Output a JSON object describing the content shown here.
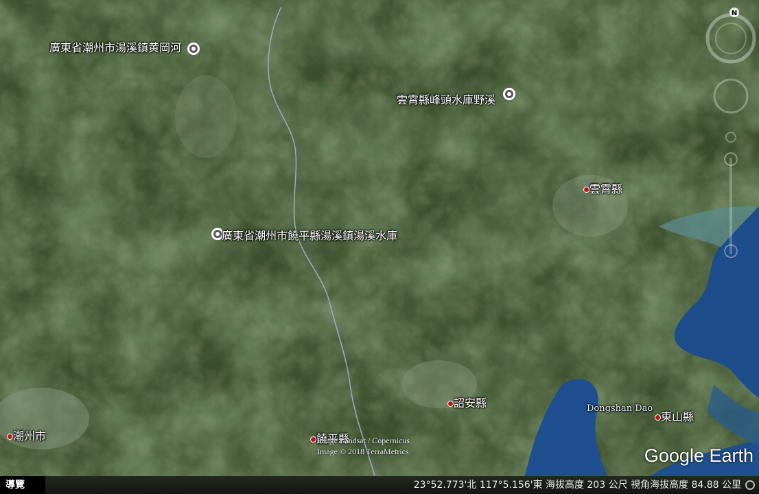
{
  "places": [
    {
      "key": "huang_gang_he",
      "text": "廣東省潮州市湯溪鎮黄岡河",
      "marker": "bullseye-icon"
    },
    {
      "key": "feng_tou",
      "text": "雲霄縣峰頭水庫野溪",
      "marker": "bullseye-icon"
    },
    {
      "key": "tang_xi_reservoir",
      "text": "廣東省潮州市饒平縣湯溪鎮湯溪水庫",
      "marker": "bullseye-icon"
    },
    {
      "key": "yun_xiao",
      "text": "雲霄縣",
      "marker": "red-dot-icon"
    },
    {
      "key": "zhao_an",
      "text": "詔安縣",
      "marker": "red-dot-icon"
    },
    {
      "key": "dong_shan",
      "text": "東山縣",
      "marker": "red-dot-icon"
    },
    {
      "key": "rao_ping",
      "text": "饒平縣",
      "marker": "red-dot-icon"
    },
    {
      "key": "chao_zhou",
      "text": "潮州市",
      "marker": "red-dot-icon"
    },
    {
      "key": "dongshan_dao",
      "text": "Dongshan Dao",
      "marker": "none"
    }
  ],
  "attribution": {
    "line1": "Image Landsat / Copernicus",
    "line2": "Image © 2018 TerraMetrics"
  },
  "brand": "Google Earth",
  "statusbar": {
    "tab_label": "導覽",
    "readout": "23°52.773'北  117°5.156'東  海拔高度  203 公尺     視角海拔高度  84.88 公里"
  },
  "compass": {
    "north_label": "N"
  },
  "colors": {
    "water": "#1e4e8c",
    "land": "#3a4d2c",
    "river": "#9aa8c0",
    "marker_red": "#c0151b"
  }
}
